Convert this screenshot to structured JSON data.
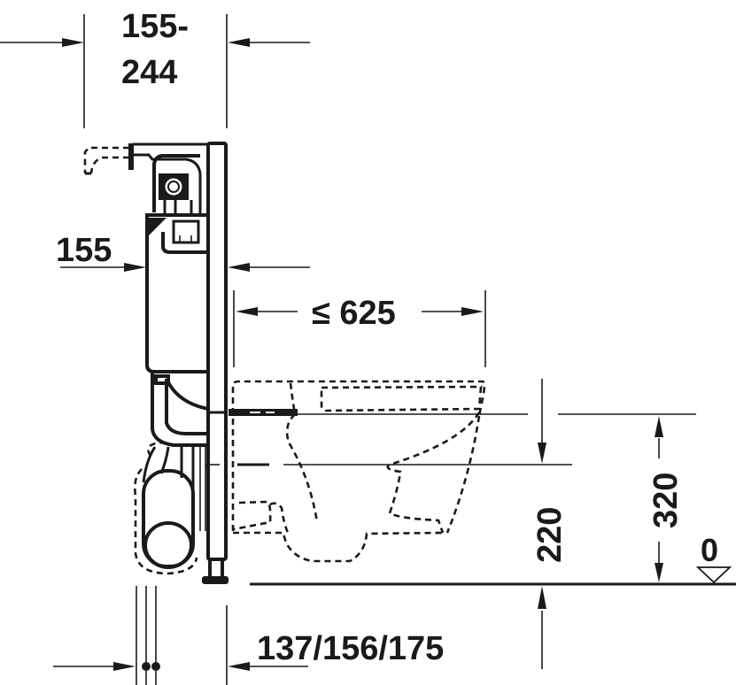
{
  "drawing": {
    "title": "Wall-hung toilet with installation frame – side view",
    "colors": {
      "line": "#1a1a1a",
      "background": "#ffffff"
    },
    "dimensions": {
      "frame_depth_top_line1": "155-",
      "frame_depth_top_line2": "244",
      "cistern_depth": "155",
      "projection": "≤ 625",
      "outlet_height": "220",
      "seat_height": "320",
      "floor_level": "0",
      "wall_distance": "137/156/175"
    },
    "components": [
      "flush-valve-bracket",
      "cistern",
      "frame-upright",
      "drain-pipe",
      "toilet-bowl-outline",
      "floor-line"
    ]
  }
}
